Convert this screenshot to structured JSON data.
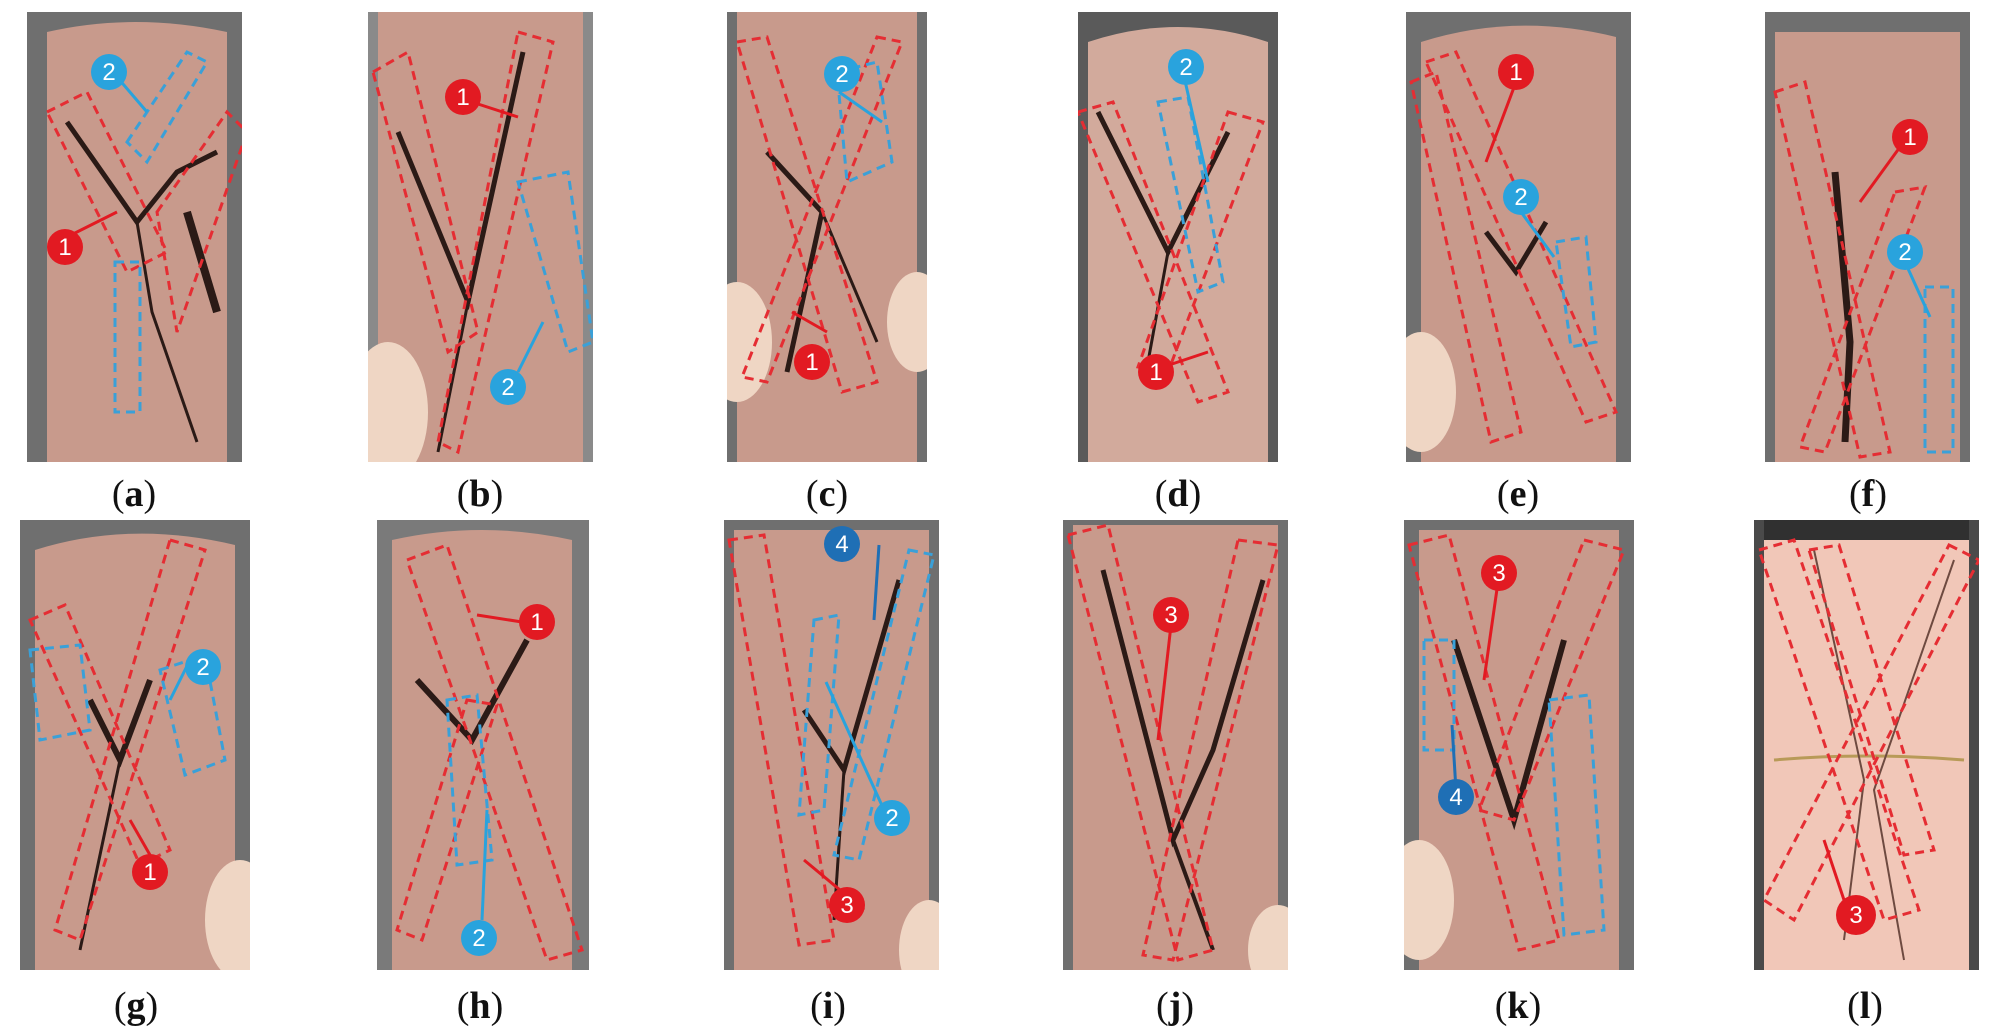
{
  "colors": {
    "rock": "#c89a8c",
    "rock_dark": "#a87a6c",
    "background_dark": "#6f6f6f",
    "background_wall": "#8a8a8a",
    "hand": "#efd6c4",
    "crack": "#2b1a16",
    "red_marker": "#e21a22",
    "blue_marker": "#29a3dd",
    "dark_blue_marker": "#1f6fb5",
    "red_dash": "#e52d33",
    "blue_dash": "#3aa0d8"
  },
  "panels": [
    {
      "id": "a",
      "label": "a",
      "markers": [
        "2",
        "1"
      ]
    },
    {
      "id": "b",
      "label": "b",
      "markers": [
        "1",
        "2"
      ]
    },
    {
      "id": "c",
      "label": "c",
      "markers": [
        "2",
        "1"
      ]
    },
    {
      "id": "d",
      "label": "d",
      "markers": [
        "2",
        "1"
      ]
    },
    {
      "id": "e",
      "label": "e",
      "markers": [
        "1",
        "2"
      ]
    },
    {
      "id": "f",
      "label": "f",
      "markers": [
        "1",
        "2"
      ]
    },
    {
      "id": "g",
      "label": "g",
      "markers": [
        "2",
        "1"
      ]
    },
    {
      "id": "h",
      "label": "h",
      "markers": [
        "1",
        "2"
      ]
    },
    {
      "id": "i",
      "label": "i",
      "markers": [
        "4",
        "2",
        "3"
      ]
    },
    {
      "id": "j",
      "label": "j",
      "markers": [
        "3"
      ]
    },
    {
      "id": "k",
      "label": "k",
      "markers": [
        "3",
        "4"
      ]
    },
    {
      "id": "l",
      "label": "l",
      "markers": [
        "3"
      ]
    }
  ]
}
